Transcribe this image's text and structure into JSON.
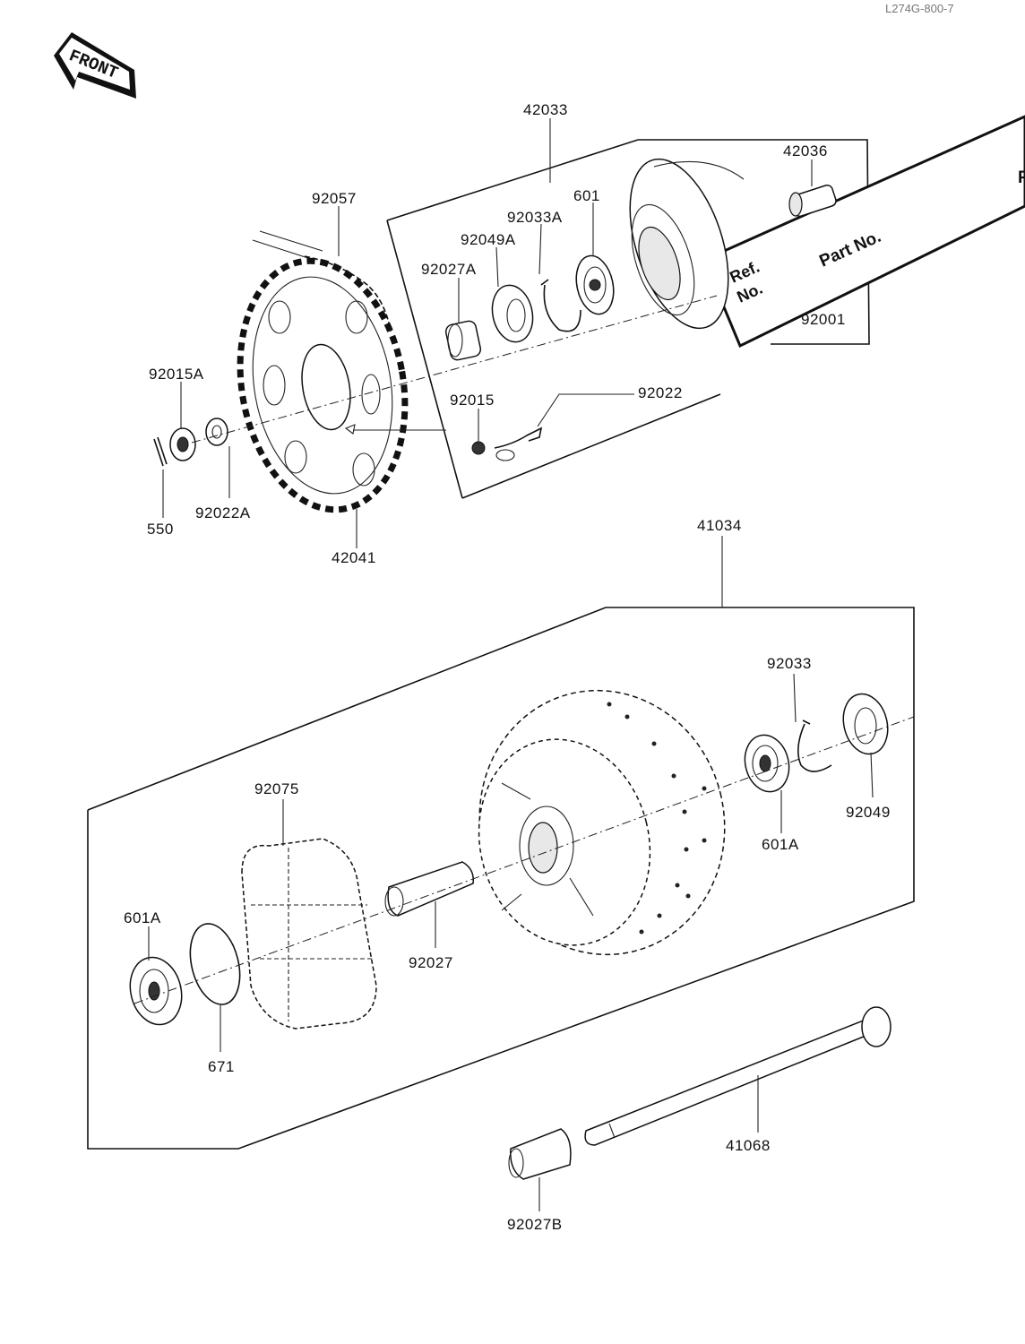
{
  "header": {
    "drawing_number": "L274G-800-7"
  },
  "front_badge": {
    "label": "FRONT"
  },
  "table_banner": {
    "ref_no": "Ref. No.",
    "part_no": "Part No.",
    "cut_letter": "P"
  },
  "callouts": {
    "c42033": "42033",
    "c42036": "42036",
    "c92057": "92057",
    "c601": "601",
    "c92033A": "92033A",
    "c92049A": "92049A",
    "c92027A": "92027A",
    "c92001": "92001",
    "c92015A": "92015A",
    "c92015": "92015",
    "c92022": "92022",
    "c550": "550",
    "c92022A": "92022A",
    "c42041": "42041",
    "c41034": "41034",
    "c92033": "92033",
    "c92049": "92049",
    "c601A_right": "601A",
    "c92075": "92075",
    "c601A_left": "601A",
    "c92027": "92027",
    "c671": "671",
    "c41068": "41068",
    "c92027B": "92027B"
  }
}
